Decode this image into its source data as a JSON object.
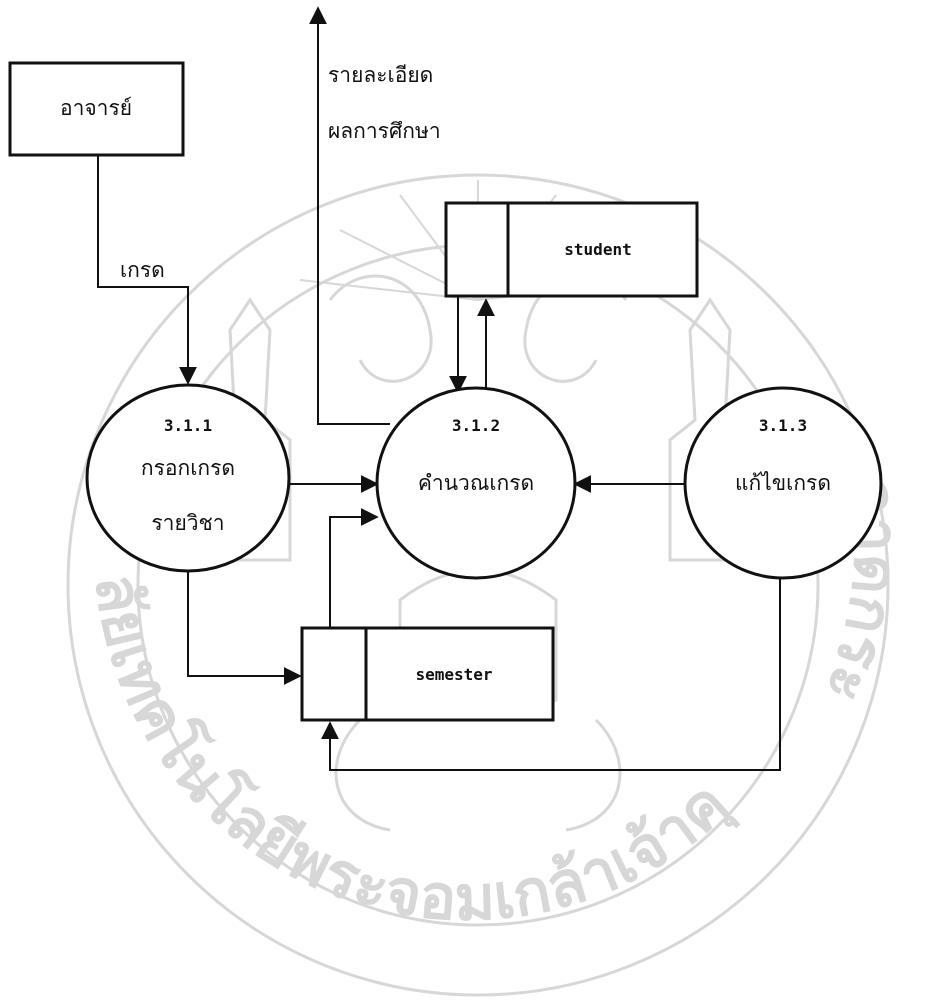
{
  "diagram": {
    "external_entity": {
      "label": "อาจารย์"
    },
    "processes": [
      {
        "id": "3.1.1",
        "name_line1": "กรอกเกรด",
        "name_line2": "รายวิชา"
      },
      {
        "id": "3.1.2",
        "name_line1": "คำนวณเกรด"
      },
      {
        "id": "3.1.3",
        "name_line1": "แก้ไขเกรด"
      }
    ],
    "data_stores": {
      "student": "student",
      "semester": "semester"
    },
    "flows": {
      "grade": "เกรด",
      "output_line1": "รายละเอียด",
      "output_line2": "ผลการศึกษา"
    }
  },
  "watermark": {
    "arc_left": "ลัยเทคโนโลยีพระจอมเกล้าเจ้าคุณทหาร",
    "arc_right": "ลาดกระ",
    "color": "#d7d7d7"
  }
}
